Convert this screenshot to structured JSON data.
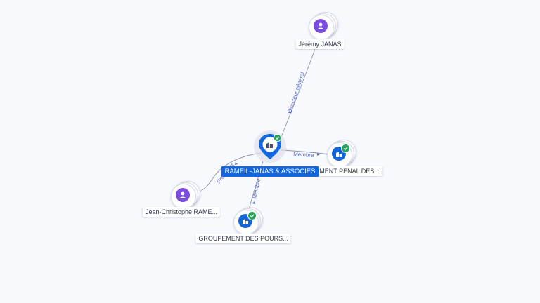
{
  "graph": {
    "center": {
      "label": "RAMEIL-JANAS & ASSOCIES",
      "icon": "building-icon",
      "verified": true
    },
    "nodes": [
      {
        "id": "jeremy",
        "label": "Jérémy JANAS",
        "type": "person",
        "icon": "person-icon"
      },
      {
        "id": "jean",
        "label": "Jean-Christophe RAME...",
        "type": "person",
        "icon": "person-icon"
      },
      {
        "id": "groupement-penal",
        "label": "MENT PENAL DES...",
        "type": "company",
        "icon": "building-icon",
        "verified": true
      },
      {
        "id": "groupement-pours",
        "label": "GROUPEMENT DES POURS...",
        "type": "company",
        "icon": "building-icon",
        "verified": true
      }
    ],
    "edges": [
      {
        "from": "jeremy",
        "label": "Directeur général"
      },
      {
        "from": "jean",
        "label": "Président"
      },
      {
        "to": "groupement-penal",
        "label": "Membre"
      },
      {
        "to": "groupement-pours",
        "label": "Membre"
      }
    ]
  },
  "colors": {
    "accent": "#1266e0",
    "person": "#7c4ce0",
    "company": "#1565d8",
    "verified": "#25a55a",
    "edge_label": "#5b6ac8"
  }
}
